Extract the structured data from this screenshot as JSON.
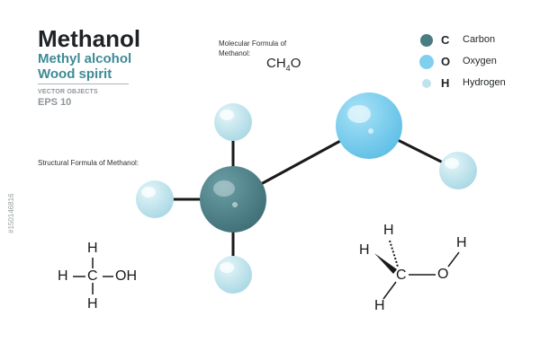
{
  "header": {
    "title": "Methanol",
    "subtitle_1": "Methyl alcohol",
    "subtitle_2": "Wood spirit",
    "vector_label": "VECTOR OBJECTS",
    "eps_label": "EPS 10"
  },
  "molecular_formula": {
    "caption": "Molecular Formula of Methanol:",
    "main": "CH",
    "subscript": "4",
    "tail": "O"
  },
  "structural_formula": {
    "caption": "Structural  Formula of Methanol:"
  },
  "legend": [
    {
      "symbol": "C",
      "name": "Carbon",
      "color": "#4a7c84"
    },
    {
      "symbol": "O",
      "name": "Oxygen",
      "color": "#7fd0ef"
    },
    {
      "symbol": "H",
      "name": "Hydrogen",
      "color": "#bfe3ec"
    }
  ],
  "structure_2d": {
    "h": "H",
    "c": "C",
    "oh": "OH",
    "o": "O"
  },
  "watermark": "#150146816"
}
